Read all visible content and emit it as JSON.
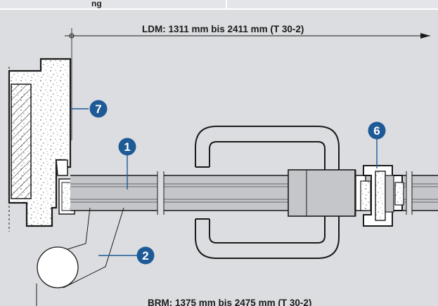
{
  "header": {
    "cut_text": "ng"
  },
  "dimensions": {
    "ldm": "LDM: 1311 mm bis 2411 mm (T 30-2)",
    "brm": "BRM: 1375 mm bis 2475 mm (T 30-2)"
  },
  "callouts": [
    {
      "number": "1"
    },
    {
      "number": "2"
    },
    {
      "number": "6"
    },
    {
      "number": "7"
    }
  ],
  "colors": {
    "background": "#dcdde0",
    "callout": "#1e5a96",
    "line": "#1a1a1a",
    "glass_band": "#c4c6ca"
  }
}
